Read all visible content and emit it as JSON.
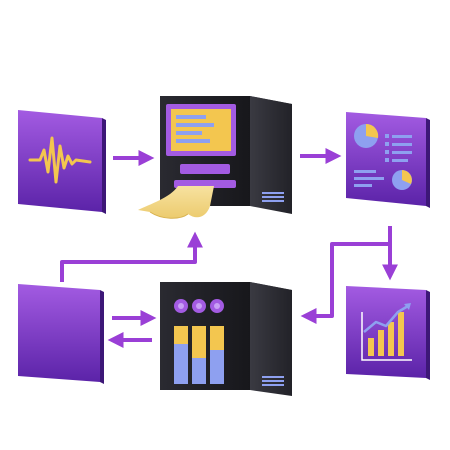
{
  "diagram": {
    "nodes": [
      {
        "id": "signal-panel",
        "icon": "waveform-icon"
      },
      {
        "id": "processing-terminal",
        "icon": "terminal-printer-icon"
      },
      {
        "id": "analytics-dashboard",
        "icon": "pie-chart-checklist-icon"
      },
      {
        "id": "data-source-panel",
        "icon": "blank-panel-icon"
      },
      {
        "id": "storage-server",
        "icon": "server-bars-icon"
      },
      {
        "id": "growth-chart-panel",
        "icon": "bar-chart-trend-icon"
      }
    ],
    "edges": [
      {
        "from": "signal-panel",
        "to": "processing-terminal"
      },
      {
        "from": "processing-terminal",
        "to": "analytics-dashboard"
      },
      {
        "from": "analytics-dashboard",
        "to": "growth-chart-panel"
      },
      {
        "from": "growth-chart-panel",
        "to": "storage-server"
      },
      {
        "from": "data-source-panel",
        "to": "storage-server"
      },
      {
        "from": "storage-server",
        "to": "data-source-panel"
      },
      {
        "from": "data-source-panel",
        "to": "processing-terminal"
      }
    ],
    "colors": {
      "purple_light": "#a35be2",
      "purple_dark": "#5b23a8",
      "arrow": "#9a3fd6",
      "server_dark": "#1c1c21",
      "accent_yellow": "#f3c64f",
      "accent_blue": "#8ea0f0",
      "paper": "#f5d98b"
    }
  }
}
